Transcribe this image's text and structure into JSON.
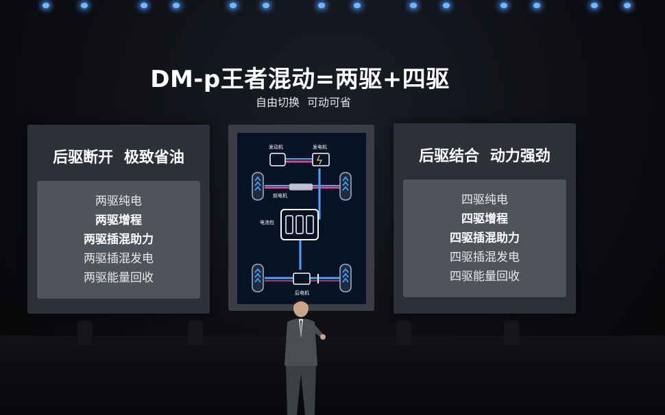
{
  "slide": {
    "title": "DM-p王者混动=两驱+四驱",
    "subtitle": "自由切换 可动可省"
  },
  "left_panel": {
    "heading": "后驱断开 极致省油",
    "modes": [
      {
        "label": "两驱纯电",
        "emphasis": false
      },
      {
        "label": "两驱增程",
        "emphasis": true
      },
      {
        "label": "两驱插混助力",
        "emphasis": true
      },
      {
        "label": "两驱插混发电",
        "emphasis": false
      },
      {
        "label": "两驱能量回收",
        "emphasis": false
      }
    ]
  },
  "right_panel": {
    "heading": "后驱结合 动力强劲",
    "modes": [
      {
        "label": "四驱纯电",
        "emphasis": false
      },
      {
        "label": "四驱增程",
        "emphasis": true
      },
      {
        "label": "四驱插混助力",
        "emphasis": true
      },
      {
        "label": "四驱插混发电",
        "emphasis": false
      },
      {
        "label": "四驱能量回收",
        "emphasis": false
      }
    ]
  },
  "diagram": {
    "engine_label": "发动机",
    "generator_label": "发电机",
    "front_motor_label": "前电机",
    "battery_label": "电池包",
    "rear_motor_label": "后电机"
  },
  "colors": {
    "diagram_bg": "#071225",
    "flow_blue": "#4aa3ff",
    "flow_pink": "#ff5fa8",
    "stage_light": "#6fb8ff"
  }
}
